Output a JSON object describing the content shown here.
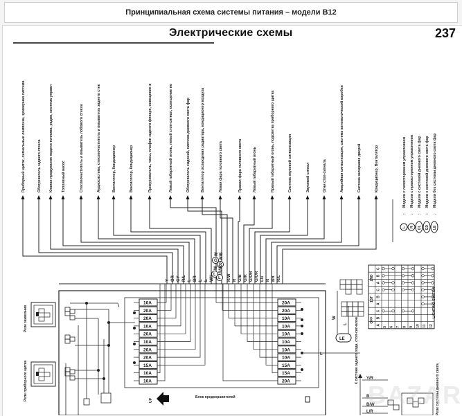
{
  "top_caption": "Принципиальная схема системы питания – модели B12",
  "header": {
    "title": "Электрические схемы",
    "page_number": "237"
  },
  "destinations": [
    "Приборный щиток, сигнальные лампочки, зуммерная система, блок таймера, часы, указатели поворотов, контрольный реостат",
    "Обогреватель заднего стекла",
    "Клапан продувания подачи топлива, радио, система управления дросселем, блокировочное реле",
    "Топливный насос",
    "Стеклоочиститель и омыватель лобового стекла",
    "Аудиосистема, стеклоочиститель и омыватель заднего стекла, топливный насос",
    "Вентилятор, Кондиционер",
    "Вентилятор, Кондиционер",
    "Прикуриватель, часы, плафон заднего фонаря, освещение в вещевом ящике",
    "Левый габаритный огонь, левый стоп-сигнал, освещение номерного знака, система дневного света фар",
    "Обогреватель сидений, система дневного света фар",
    "Вентилятор охлаждения радиатора, кондиционер воздуха",
    "Левая фара головного света",
    "Правая фара головного света",
    "Левый габаритный огонь",
    "Правый габаритный огонь, подсветка приборного щитка",
    "Система звуковой сигнализации",
    "Звуковой сигнал",
    "Огни стоп-сигнала",
    "Аварийная сигнализация, система автоматической коробки передач, указатели поворотов",
    "Система запирания дверей",
    "Кондиционер, Вентилятор"
  ],
  "legend": [
    {
      "code": "L",
      "text": "Модели с левосторонним управлением"
    },
    {
      "code": "R",
      "text": "Модели с правосторонним управлением"
    },
    {
      "code": "DL",
      "text": "Модели с системой дневного света фар"
    },
    {
      "code": "ED",
      "text": "Модели с системой дневного света фар"
    },
    {
      "code": "LE",
      "text": "Модели без системы дневного света фар"
    }
  ],
  "wire_labels_left": [
    "Y",
    "OR",
    "GY",
    "R/L",
    "L",
    "BR",
    "L",
    "L",
    "W/L"
  ],
  "wire_labels_circled": [
    {
      "code": "G",
      "wire": "W"
    },
    {
      "code": "R",
      "wire": "W/B"
    },
    {
      "code": "L",
      "wire": "W"
    },
    {
      "code": "L",
      "wire": "R/W"
    }
  ],
  "wire_labels_right": [
    "R/W",
    "R",
    "G/B",
    "G/R",
    "G/OR",
    "G/OR",
    "LG",
    "R",
    "BR",
    "R/L"
  ],
  "fuses_left": [
    "10A",
    "20A",
    "20A",
    "10A",
    "20A",
    "10A",
    "20A",
    "20A",
    "15A",
    "10A",
    "10A"
  ],
  "fuses_right": [
    "20A",
    "20A",
    "10A",
    "10A",
    "10A",
    "10A",
    "10A",
    "10A",
    "15A",
    "15A",
    "20A"
  ],
  "relays": {
    "ignition": "Реле зажигания",
    "dashboard": "Реле приборного щитка",
    "daylight": "Реле системы дневного света"
  },
  "fuse_block_label": "Блок предохранителей",
  "up_label": "UP",
  "bus_label_L": "L",
  "le_connector": {
    "label": "LE",
    "wire_w": "W",
    "wire_l": "L"
  },
  "le_note": "К системе заднего хода, стоп-сигналов",
  "lighting_switch": {
    "title": "LIGHTING SWITCH",
    "positions": [
      "OFF",
      "1ST",
      "2ND"
    ],
    "contacts": [
      "A",
      "B",
      "C"
    ],
    "terminals": [
      "5",
      "6",
      "7",
      "8",
      "9",
      "10",
      "11",
      "12"
    ]
  },
  "bottom_wires": [
    "Y/R",
    "B",
    "B/W",
    "L/R"
  ],
  "watermark": "BAZAR"
}
